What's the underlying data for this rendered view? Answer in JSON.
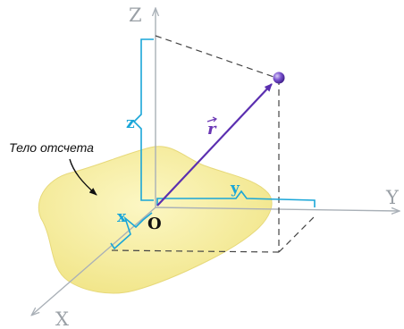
{
  "axes": {
    "z_label": "Z",
    "y_label": "Y",
    "x_label": "X"
  },
  "coordinates": {
    "x_label": "x",
    "y_label": "y",
    "z_label": "z"
  },
  "origin_label": "O",
  "vector_label": "r",
  "reference_body_label": "Тело отсчета",
  "colors": {
    "axis": "#a9b0b7",
    "coordinate_brace": "#1aa6d8",
    "vector": "#5b2fb0",
    "reference_body_fill": "#f8f1a6",
    "dashed_box": "#444444"
  }
}
